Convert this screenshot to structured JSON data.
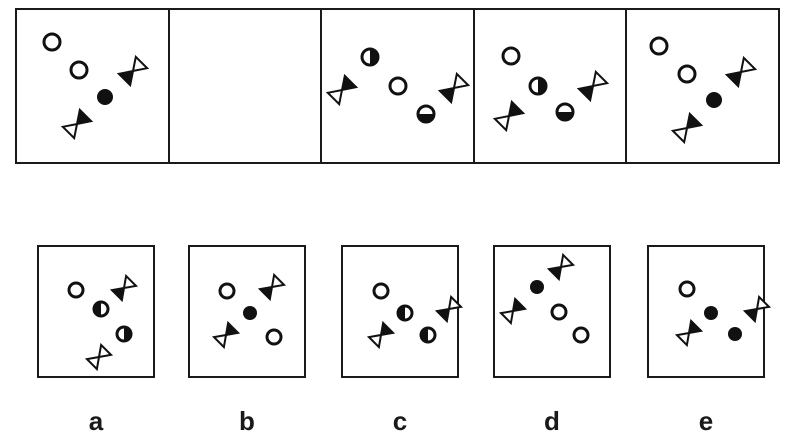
{
  "options": {
    "labels": [
      "a",
      "b",
      "c",
      "d",
      "e"
    ]
  }
}
